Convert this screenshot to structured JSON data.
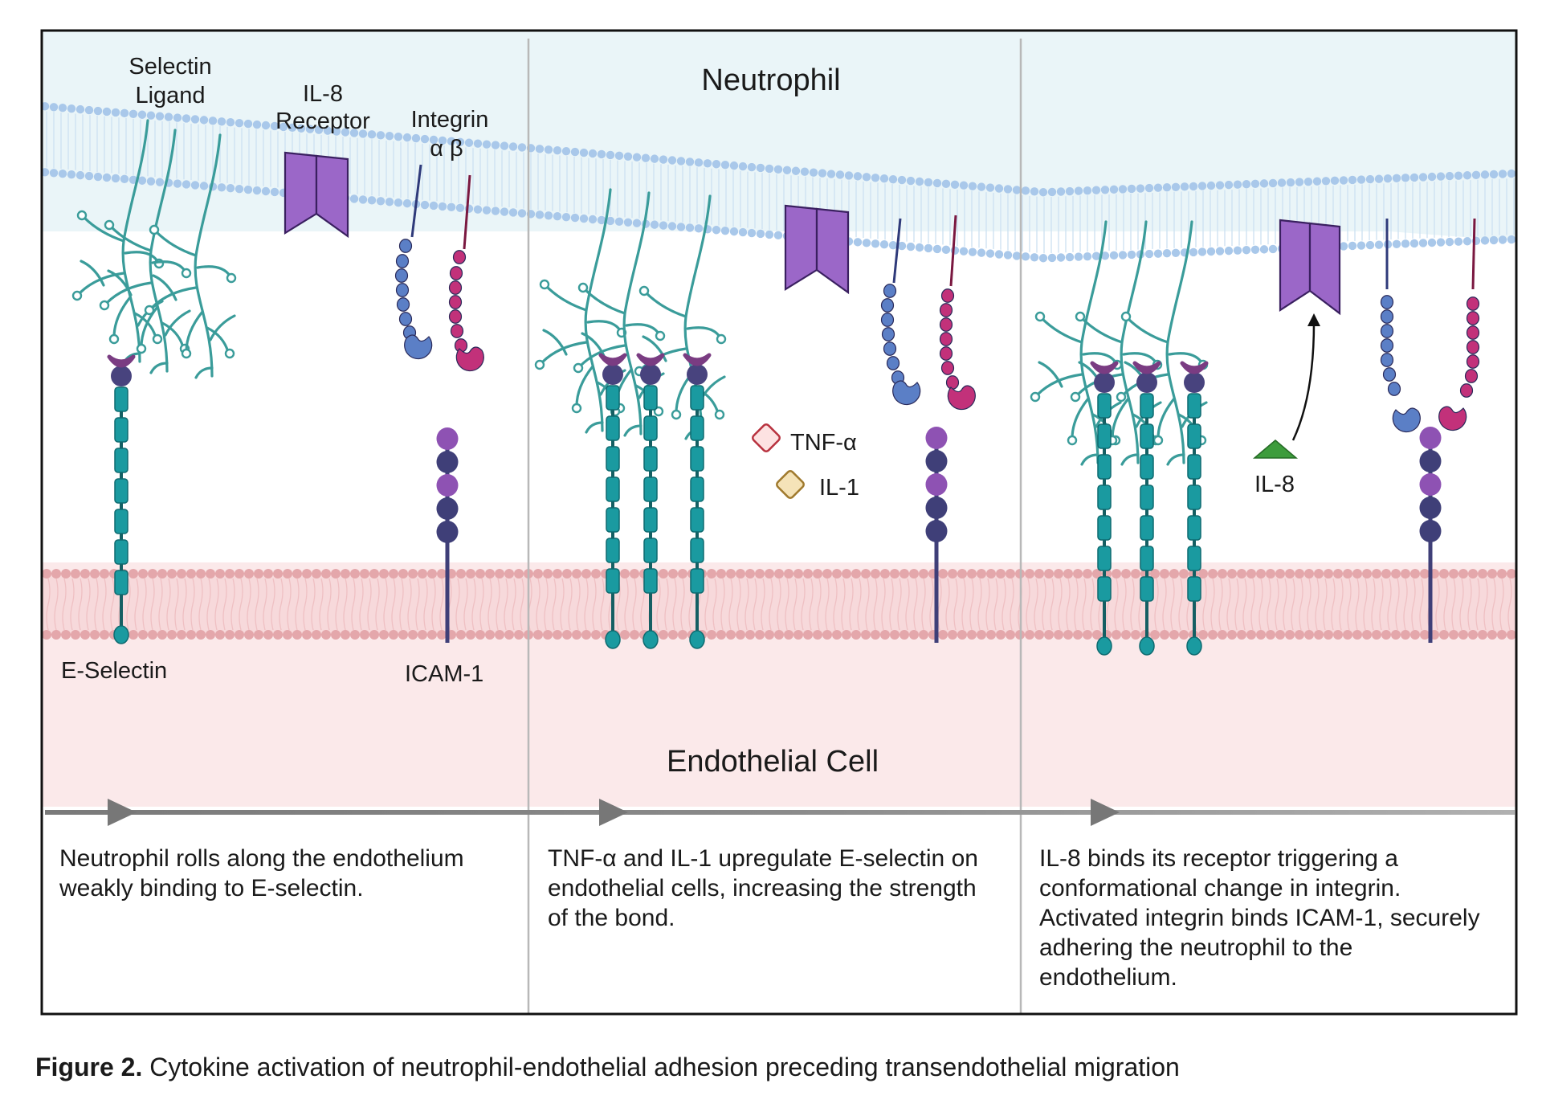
{
  "labels": {
    "neutrophil": "Neutrophil",
    "endothelial_cell": "Endothelial Cell",
    "selectin_ligand_1": "Selectin",
    "selectin_ligand_2": "Ligand",
    "il8_receptor_1": "IL-8",
    "il8_receptor_2": "Receptor",
    "integrin_1": "Integrin",
    "integrin_2": "α β",
    "e_selectin": "E-Selectin",
    "icam1": "ICAM-1",
    "tnf_alpha": "TNF-α",
    "il1": "IL-1",
    "il8": "IL-8"
  },
  "panels": [
    {
      "caption": "Neutrophil rolls along the endothelium weakly binding to E-selectin."
    },
    {
      "caption": "TNF-α and IL-1 upregulate E-selectin on endothelial cells, increasing the strength of the bond."
    },
    {
      "caption": "IL-8 binds its receptor triggering a conformational change in integrin. Activated integrin binds ICAM-1, securely adhering the neutrophil to the endothelium."
    }
  ],
  "figure_caption": {
    "label": "Figure 2.",
    "text": " Cytokine activation of neutrophil-endothelial adhesion preceding transendothelial migration"
  },
  "colors": {
    "neutrophil_bg": "#eaf5f8",
    "endothelial_bg": "#fbe9ea",
    "neutrophil_membrane": "#a9c8ea",
    "endothelial_membrane": "#e4a7ab",
    "selectin_ligand": "#3a9c9a",
    "e_selectin": "#1a9aa0",
    "il8_receptor": "#9b67c8",
    "integrin_alpha": "#5b7fc6",
    "integrin_beta": "#c2317a",
    "icam1_dark": "#3f3f78",
    "icam1_light": "#8e52b3",
    "tnf_alpha": "#b8323f",
    "il1": "#a07a2e",
    "il8_ligand": "#3d9c3c"
  }
}
